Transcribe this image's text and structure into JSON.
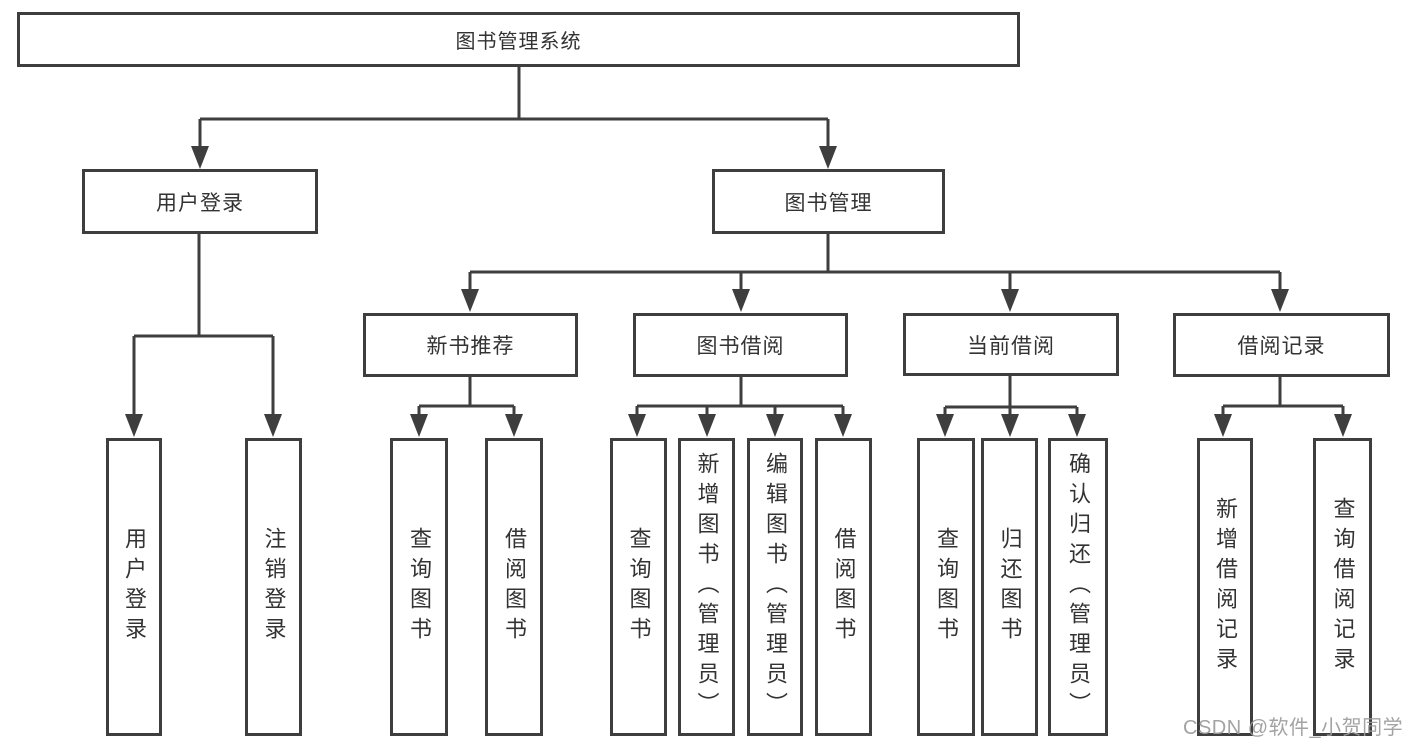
{
  "diagram_title": "图书管理系统",
  "nodes": {
    "root": "图书管理系统",
    "user_login": "用户登录",
    "book_management": "图书管理",
    "new_book_recommend": "新书推荐",
    "book_borrowing": "图书借阅",
    "current_borrowing": "当前借阅",
    "borrowing_records": "借阅记录",
    "leaf_user_login": "用户登录",
    "leaf_logout": "注销登录",
    "leaf_query_books_1": "查询图书",
    "leaf_borrow_books_1": "借阅图书",
    "leaf_query_books_2": "查询图书",
    "leaf_add_books_admin": "新增图书（管理员）",
    "leaf_edit_books_admin": "编辑图书（管理员）",
    "leaf_borrow_books_2": "借阅图书",
    "leaf_query_books_3": "查询图书",
    "leaf_return_books": "归还图书",
    "leaf_confirm_return_admin": "确认归还（管理员）",
    "leaf_add_borrow_record": "新增借阅记录",
    "leaf_query_borrow_record": "查询借阅记录"
  },
  "edges": [
    {
      "from": "root",
      "to": [
        "user_login",
        "book_management"
      ]
    },
    {
      "from": "user_login",
      "to": [
        "leaf_user_login",
        "leaf_logout"
      ]
    },
    {
      "from": "book_management",
      "to": [
        "new_book_recommend",
        "book_borrowing",
        "current_borrowing",
        "borrowing_records"
      ]
    },
    {
      "from": "new_book_recommend",
      "to": [
        "leaf_query_books_1",
        "leaf_borrow_books_1"
      ]
    },
    {
      "from": "book_borrowing",
      "to": [
        "leaf_query_books_2",
        "leaf_add_books_admin",
        "leaf_edit_books_admin",
        "leaf_borrow_books_2"
      ]
    },
    {
      "from": "current_borrowing",
      "to": [
        "leaf_query_books_3",
        "leaf_return_books",
        "leaf_confirm_return_admin"
      ]
    },
    {
      "from": "borrowing_records",
      "to": [
        "leaf_add_borrow_record",
        "leaf_query_borrow_record"
      ]
    }
  ],
  "watermark": "CSDN @软件_小贺同学",
  "colors": {
    "line": "#3e3e3e",
    "text": "#333333",
    "watermark": "#9b9b9b",
    "background": "#ffffff"
  }
}
